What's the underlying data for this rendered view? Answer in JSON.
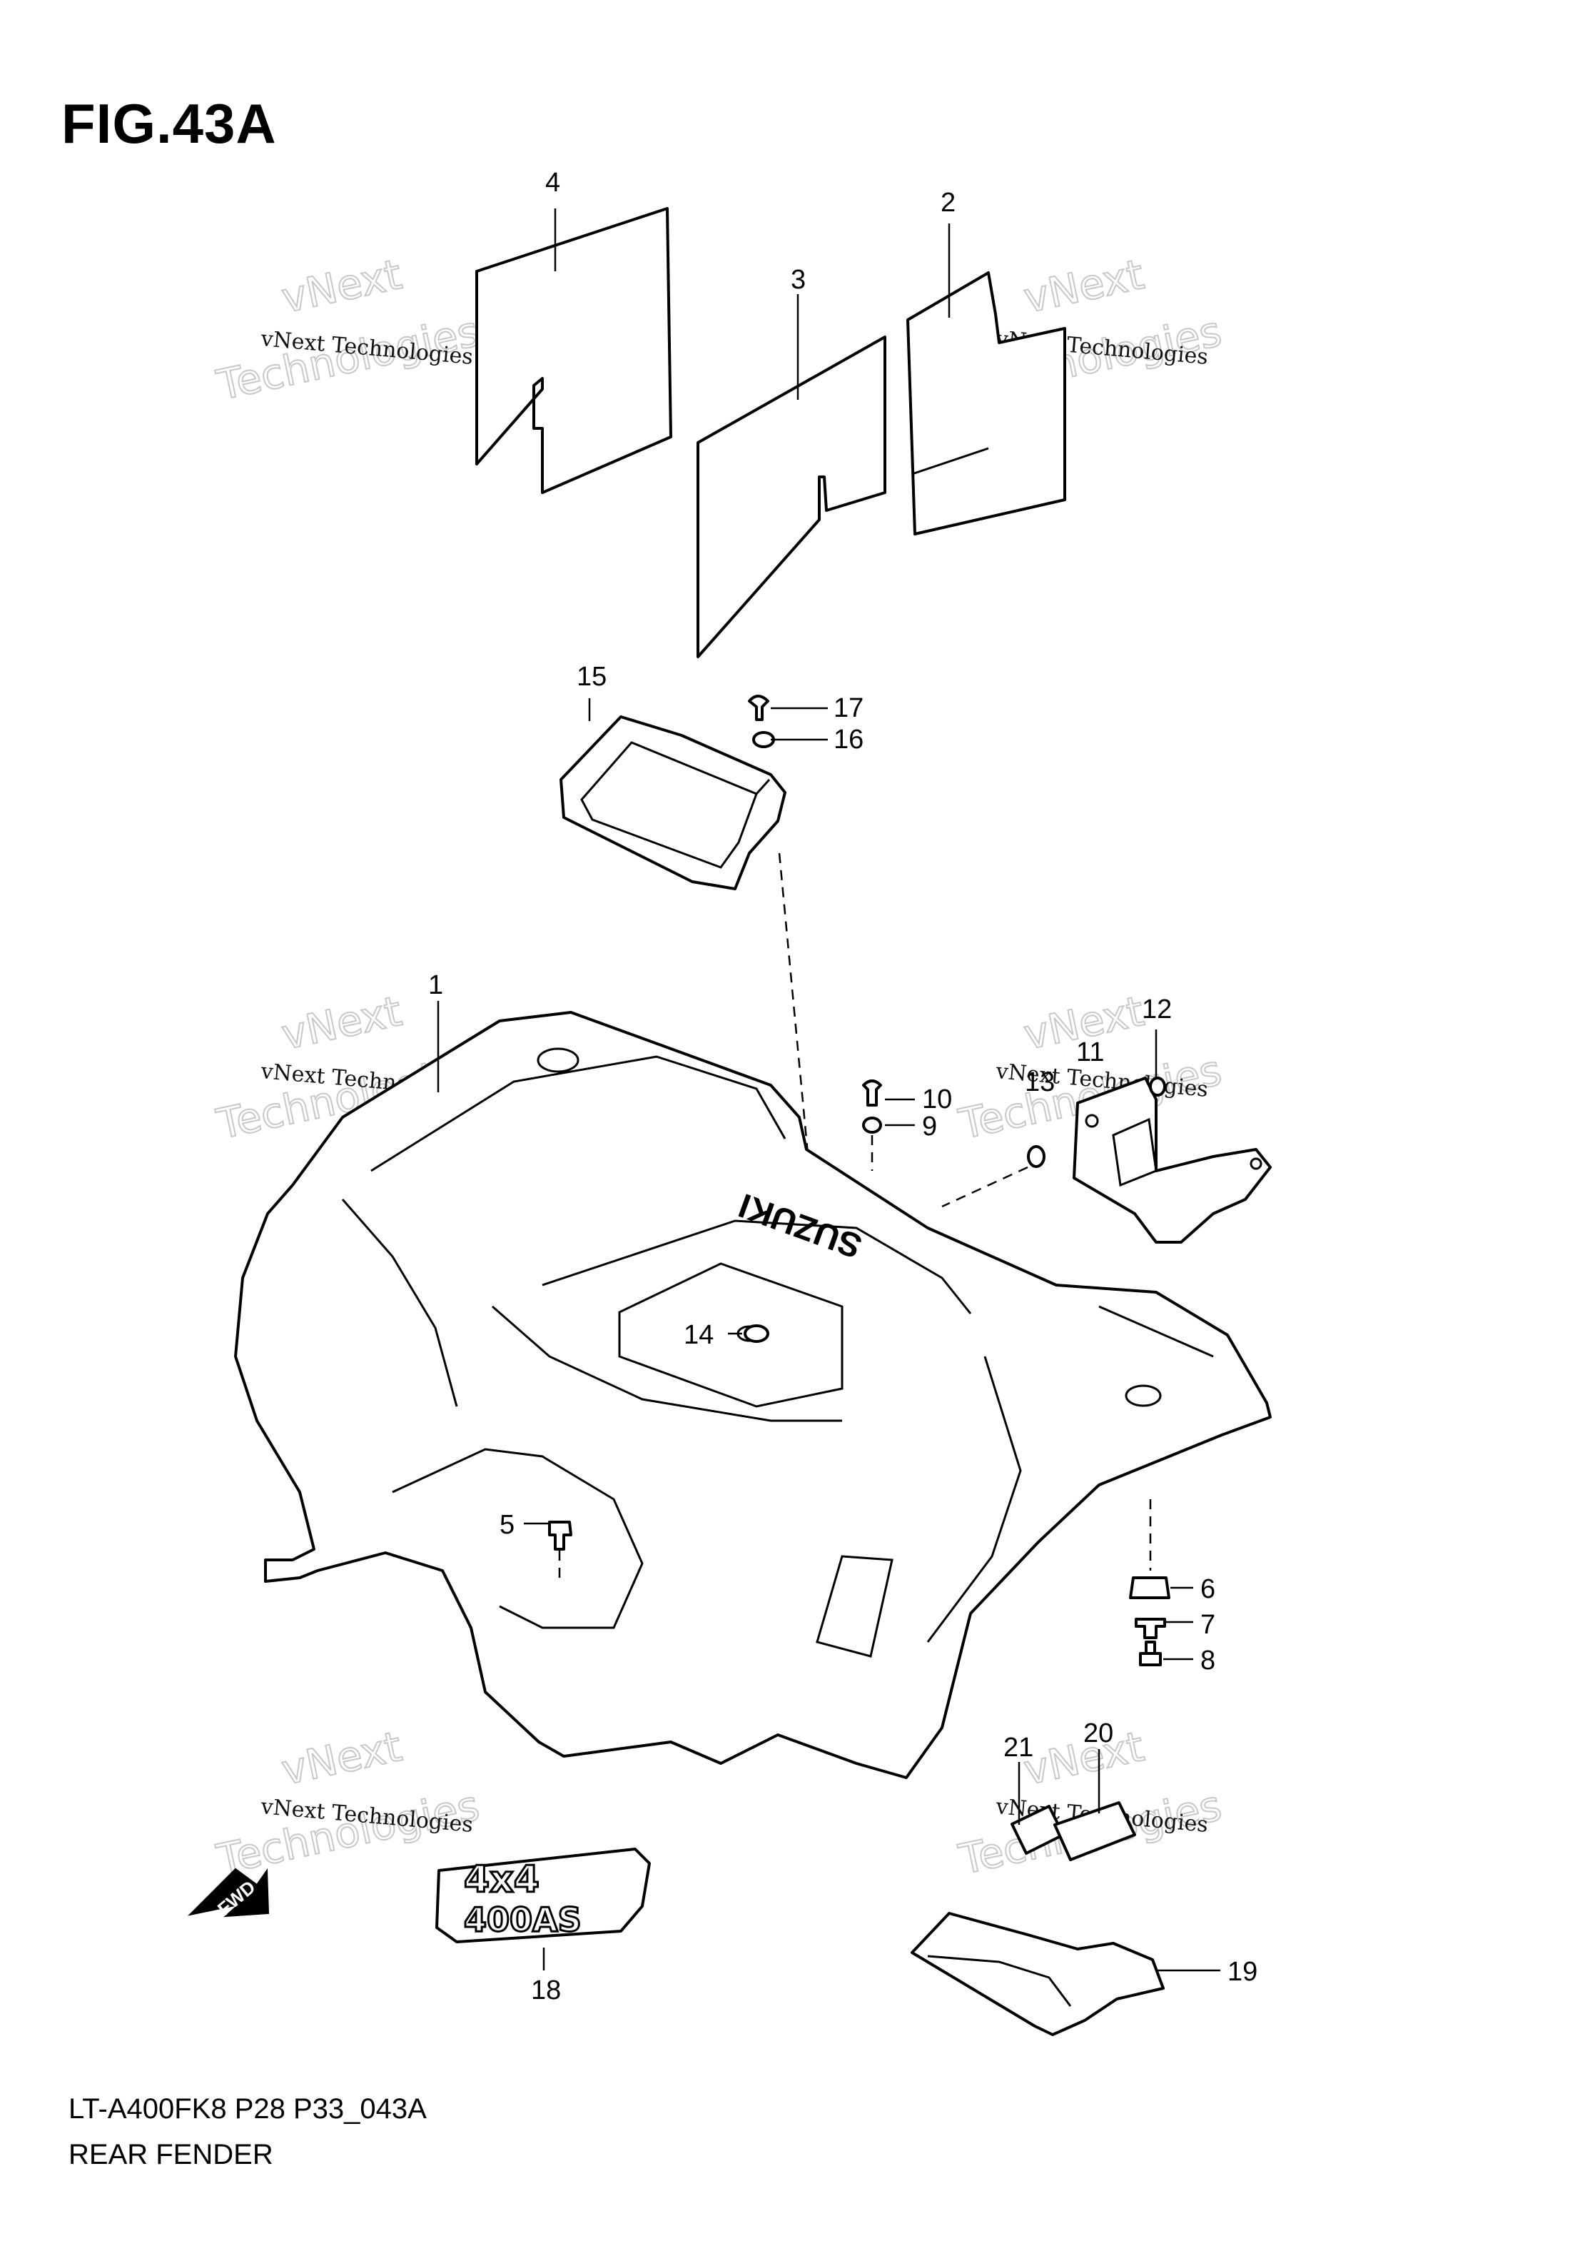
{
  "figure": {
    "title": "FIG.43A"
  },
  "footer": {
    "model_code": "LT-A400FK8 P28 P33_043A",
    "section_name": "REAR FENDER"
  },
  "watermark": {
    "line1": "vNext Technologies",
    "line2": "vNext",
    "line3": "Technologies"
  },
  "callouts": {
    "c1": "1",
    "c2": "2",
    "c3": "3",
    "c4": "4",
    "c5": "5",
    "c6": "6",
    "c7": "7",
    "c8": "8",
    "c9": "9",
    "c10": "10",
    "c11": "11",
    "c12": "12",
    "c13": "13",
    "c14": "14",
    "c15": "15",
    "c16": "16",
    "c17": "17",
    "c18": "18",
    "c19": "19",
    "c20": "20",
    "c21": "21"
  },
  "emblem": {
    "line1": "4x4",
    "line2": "400AS"
  },
  "fender_logo": "SUZUKI",
  "fwd_label": "FWD"
}
